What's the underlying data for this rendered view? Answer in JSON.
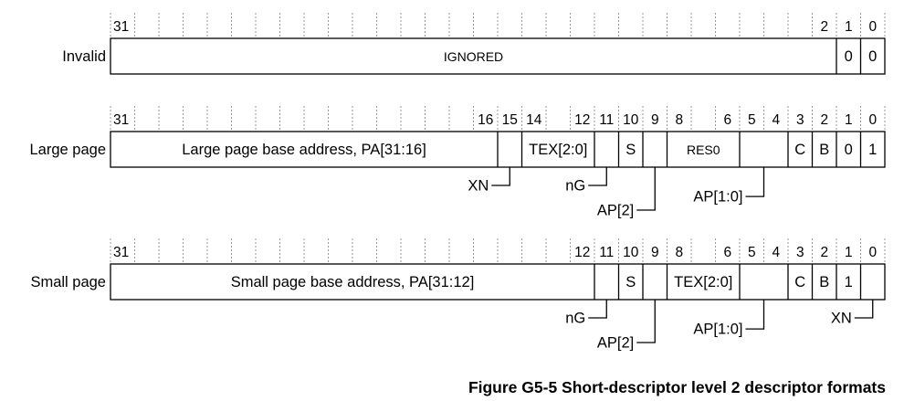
{
  "bit_lsb_unit": 26.4,
  "rows": [
    {
      "name": "Invalid",
      "bit_labels": [
        "31",
        "2",
        "1",
        "0"
      ],
      "fields": [
        {
          "msb": 31,
          "lsb": 2,
          "label": "IGNORED",
          "small": true
        },
        {
          "msb": 1,
          "lsb": 1,
          "label": "0"
        },
        {
          "msb": 0,
          "lsb": 0,
          "label": "0"
        }
      ],
      "annotations": []
    },
    {
      "name": "Large page",
      "bit_labels": [
        "31",
        "16",
        "15",
        "14",
        "12",
        "11",
        "10",
        "9",
        "8",
        "6",
        "5",
        "4",
        "3",
        "2",
        "1",
        "0"
      ],
      "fields": [
        {
          "msb": 31,
          "lsb": 16,
          "label": "Large page base address, PA[31:16]"
        },
        {
          "msb": 15,
          "lsb": 15,
          "label": ""
        },
        {
          "msb": 14,
          "lsb": 12,
          "label": "TEX[2:0]"
        },
        {
          "msb": 11,
          "lsb": 11,
          "label": ""
        },
        {
          "msb": 10,
          "lsb": 10,
          "label": "S"
        },
        {
          "msb": 9,
          "lsb": 9,
          "label": ""
        },
        {
          "msb": 8,
          "lsb": 6,
          "label": "RES0",
          "small": true
        },
        {
          "msb": 5,
          "lsb": 4,
          "label": ""
        },
        {
          "msb": 3,
          "lsb": 3,
          "label": "C"
        },
        {
          "msb": 2,
          "lsb": 2,
          "label": "B"
        },
        {
          "msb": 1,
          "lsb": 1,
          "label": "0"
        },
        {
          "msb": 0,
          "lsb": 0,
          "label": "1"
        }
      ],
      "annotations": [
        {
          "bit": 15,
          "level": 1,
          "label": "XN"
        },
        {
          "bit": 11,
          "level": 1,
          "label": "nG"
        },
        {
          "bit": 9,
          "level": 2,
          "label": "AP[2]"
        },
        {
          "bit": 4.5,
          "level": 1.45,
          "label": "AP[1:0]"
        }
      ]
    },
    {
      "name": "Small page",
      "bit_labels": [
        "31",
        "12",
        "11",
        "10",
        "9",
        "8",
        "6",
        "5",
        "4",
        "3",
        "2",
        "1",
        "0"
      ],
      "fields": [
        {
          "msb": 31,
          "lsb": 12,
          "label": "Small page base address, PA[31:12]"
        },
        {
          "msb": 11,
          "lsb": 11,
          "label": ""
        },
        {
          "msb": 10,
          "lsb": 10,
          "label": "S"
        },
        {
          "msb": 9,
          "lsb": 9,
          "label": ""
        },
        {
          "msb": 8,
          "lsb": 6,
          "label": "TEX[2:0]"
        },
        {
          "msb": 5,
          "lsb": 4,
          "label": ""
        },
        {
          "msb": 3,
          "lsb": 3,
          "label": "C"
        },
        {
          "msb": 2,
          "lsb": 2,
          "label": "B"
        },
        {
          "msb": 1,
          "lsb": 1,
          "label": "1"
        },
        {
          "msb": 0,
          "lsb": 0,
          "label": ""
        }
      ],
      "annotations": [
        {
          "bit": 11,
          "level": 1,
          "label": "nG"
        },
        {
          "bit": 9,
          "level": 2,
          "label": "AP[2]"
        },
        {
          "bit": 4.5,
          "level": 1.45,
          "label": "AP[1:0]"
        },
        {
          "bit": 0,
          "level": 1,
          "label": "XN"
        }
      ]
    }
  ],
  "caption": "Figure G5-5 Short-descriptor level 2 descriptor formats"
}
